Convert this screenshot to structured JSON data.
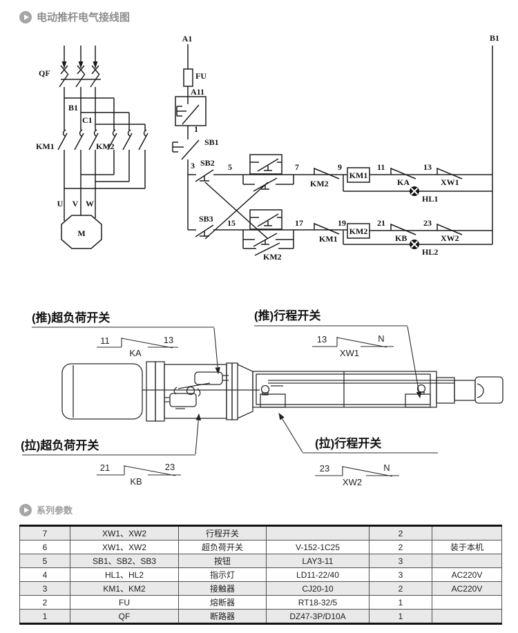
{
  "header": {
    "title": "电动推杆电气接线图"
  },
  "section_params": {
    "title": "系列参数"
  },
  "circuit": {
    "labels": {
      "qf": "QF",
      "b1_tap": "B1",
      "c1_tap": "C1",
      "km1": "KM1",
      "km2": "KM2",
      "u": "U",
      "v": "V",
      "w": "W",
      "m": "M",
      "a1": "A1",
      "fu": "FU",
      "a11": "A11",
      "n1": "1",
      "sb1": "SB1",
      "n3": "3",
      "sb2": "SB2",
      "n5": "5",
      "n7": "7",
      "km2_nc": "KM2",
      "n9": "9",
      "km1_coil": "KM1",
      "n11": "11",
      "ka": "KA",
      "n13": "13",
      "xw1": "XW1",
      "hl1": "HL1",
      "b1_rail": "B1",
      "sb3": "SB3",
      "n15": "15",
      "n17": "17",
      "km1_nc": "KM1",
      "n19": "19",
      "km2_coil": "KM2",
      "n21": "21",
      "kb": "KB",
      "n23": "23",
      "xw2": "XW2",
      "hl2": "HL2",
      "km2_aux": "KM2"
    }
  },
  "mech": {
    "headings": {
      "push_overload": "(推)超负荷开关",
      "push_travel": "(推)行程开关",
      "pull_overload": "(拉)超负荷开关",
      "pull_travel": "(拉)行程开关"
    },
    "contacts": {
      "ka": {
        "l": "11",
        "r": "13",
        "name": "KA"
      },
      "xw1": {
        "l": "13",
        "r": "N",
        "name": "XW1"
      },
      "kb": {
        "l": "21",
        "r": "23",
        "name": "KB"
      },
      "xw2": {
        "l": "23",
        "r": "N",
        "name": "XW2"
      }
    }
  },
  "table": {
    "rows": [
      [
        "7",
        "XW1、XW2",
        "行程开关",
        "",
        "2",
        ""
      ],
      [
        "6",
        "XW1、XW2",
        "超负荷开关",
        "V-152-1C25",
        "2",
        "装于本机"
      ],
      [
        "5",
        "SB1、SB2、SB3",
        "按钮",
        "LAY3-11",
        "3",
        ""
      ],
      [
        "4",
        "HL1、HL2",
        "指示灯",
        "LD11-22/40",
        "3",
        "AC220V"
      ],
      [
        "3",
        "KM1、KM2",
        "接触器",
        "CJ20-10",
        "2",
        "AC220V"
      ],
      [
        "2",
        "FU",
        "熔断器",
        "RT18-32/5",
        "1",
        ""
      ],
      [
        "1",
        "QF",
        "断路器",
        "DZ47-3P/D10A",
        "1",
        ""
      ]
    ]
  }
}
